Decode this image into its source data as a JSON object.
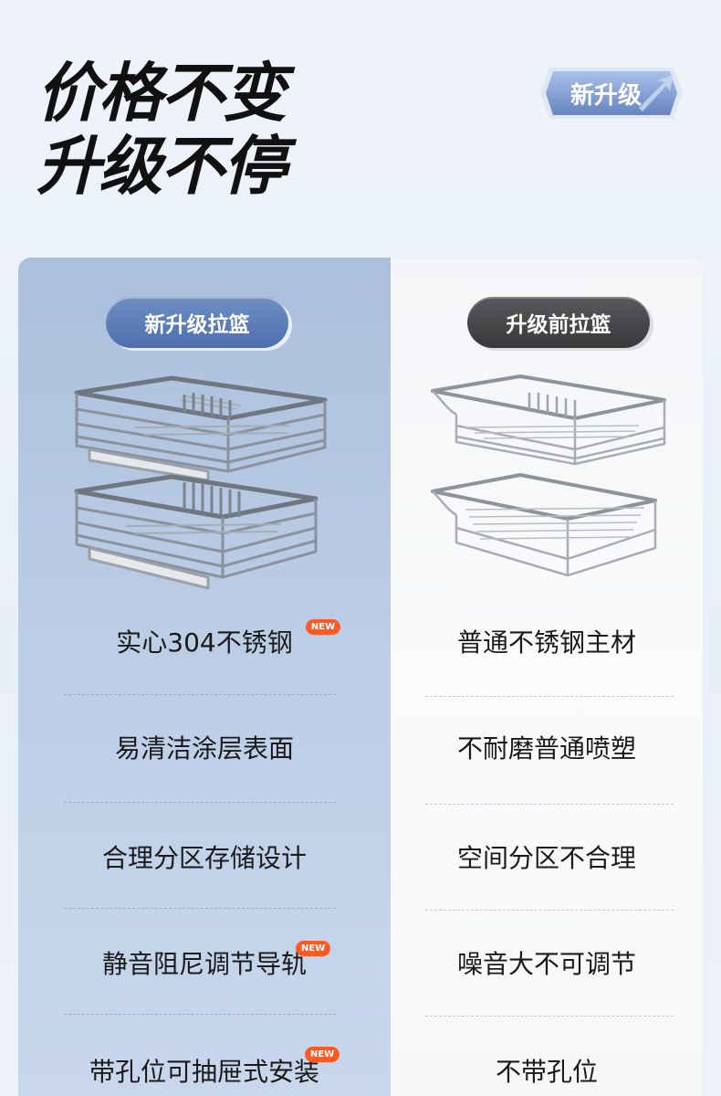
{
  "hero": {
    "line1": "价格不变",
    "line2": "升级不停"
  },
  "badge": {
    "label": "新升级",
    "icon": "arrow-up-icon",
    "color": "#7d9bd4"
  },
  "left_column": {
    "title": "新升级拉篮",
    "accent": "#4d6fae",
    "image": "upgraded-basket-image",
    "features": [
      {
        "text": "实心304不锈钢",
        "tag": "NEW"
      },
      {
        "text": "易清洁涂层表面",
        "tag": ""
      },
      {
        "text": "合理分区存储设计",
        "tag": ""
      },
      {
        "text": "静音阻尼调节导轨",
        "tag": "NEW"
      },
      {
        "text": "带孔位可抽屉式安装",
        "tag": "NEW"
      }
    ]
  },
  "right_column": {
    "title": "升级前拉篮",
    "accent": "#38383b",
    "image": "old-basket-image",
    "features": [
      {
        "text": "普通不锈钢主材"
      },
      {
        "text": "不耐磨普通喷塑"
      },
      {
        "text": "空间分区不合理"
      },
      {
        "text": "噪音大不可调节"
      },
      {
        "text": "不带孔位"
      }
    ]
  },
  "tag_color": "#ff5a24"
}
